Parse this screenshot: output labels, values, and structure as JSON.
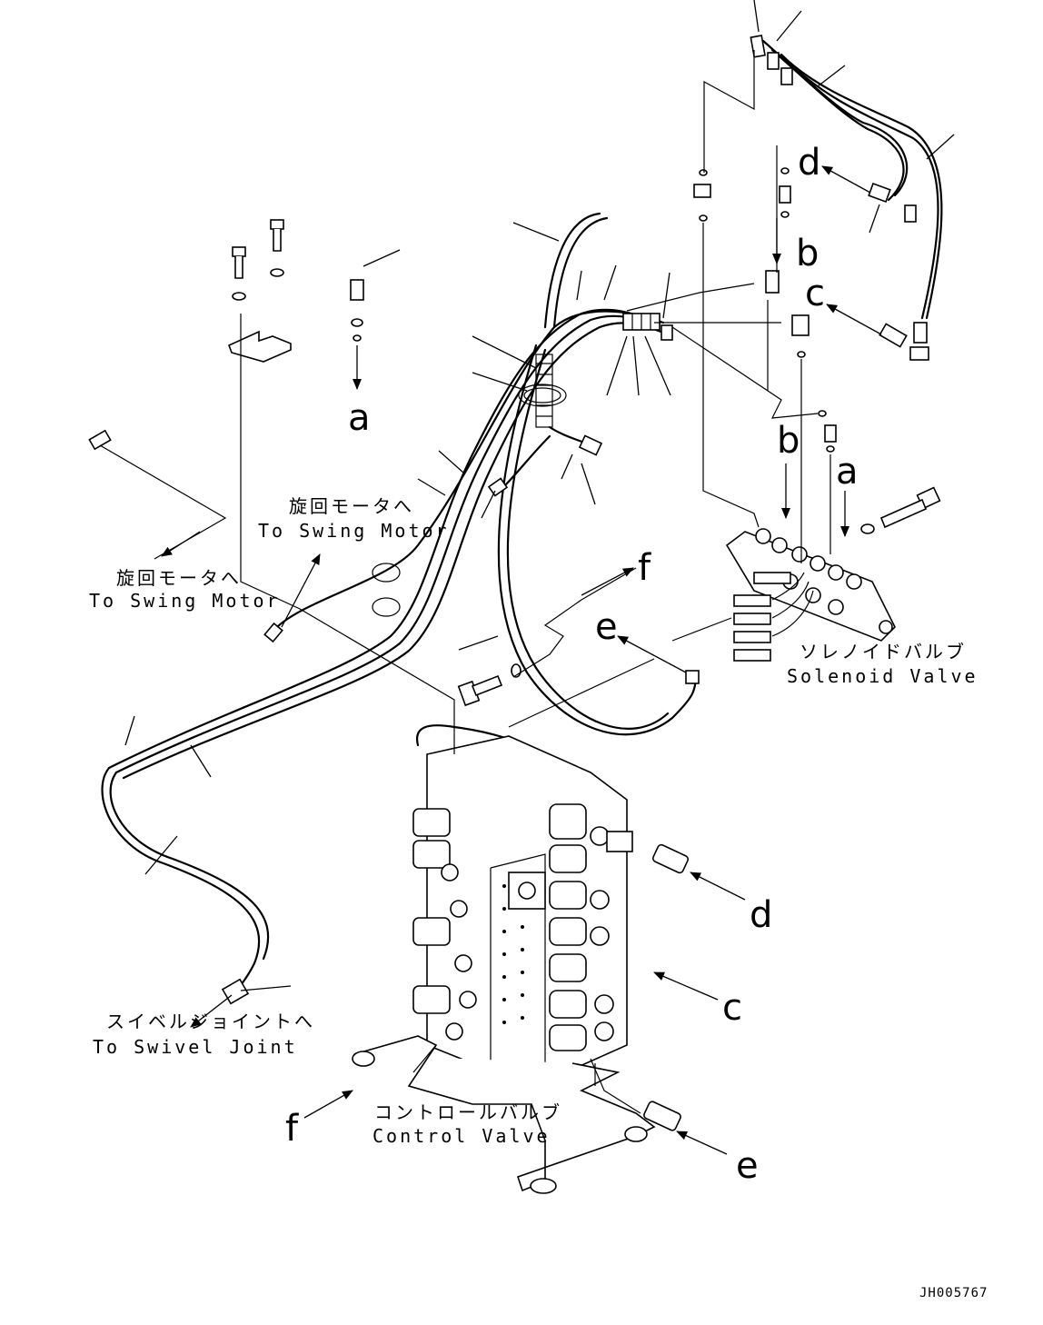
{
  "labels": {
    "a_top": "a",
    "a_right": "a",
    "b_top": "b",
    "b_right": "b",
    "c_top": "c",
    "c_bottom": "c",
    "d_top": "d",
    "d_bottom": "d",
    "e_top": "e",
    "e_bottom": "e",
    "f_top": "f",
    "f_bottom": "f"
  },
  "captions": {
    "swing_motor_left_jp": "旋回モータへ",
    "swing_motor_left_en": "To Swing Motor",
    "swing_motor_mid_jp": "旋回モータへ",
    "swing_motor_mid_en": "To Swing Motor",
    "swivel_joint_jp": "スイベルジョイントへ",
    "swivel_joint_en": "To Swivel Joint",
    "solenoid_valve_jp": "ソレノイドバルブ",
    "solenoid_valve_en": "Solenoid Valve",
    "control_valve_jp": "コントロールバルブ",
    "control_valve_en": "Control Valve"
  },
  "drawing_code": "JH005767"
}
